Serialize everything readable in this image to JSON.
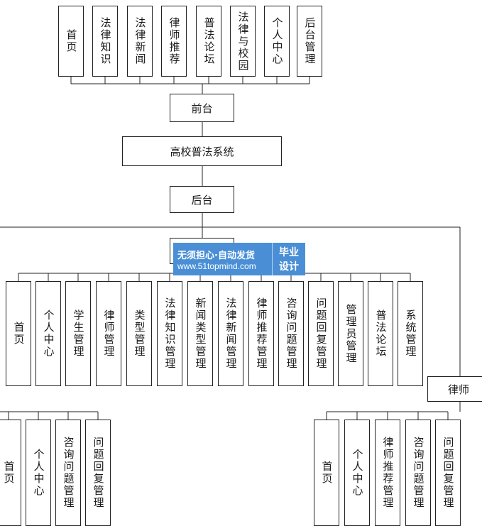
{
  "diagram": {
    "front_modules": [
      "首页",
      "法律知识",
      "法律新闻",
      "律师推荐",
      "普法论坛",
      "法律与校园",
      "个人中心",
      "后台管理"
    ],
    "front": "前台",
    "system": "高校普法系统",
    "back": "后台",
    "admin_label": "",
    "admin_modules": [
      "首页",
      "个人中心",
      "学生管理",
      "律师管理",
      "类型管理",
      "法律知识管理",
      "新闻类型管理",
      "法律新闻管理",
      "律师推荐管理",
      "咨询问题管理",
      "问题回复管理",
      "管理员管理",
      "普法论坛",
      "系统管理"
    ],
    "student_modules": [
      "首页",
      "个人中心",
      "咨询问题管理",
      "问题回复管理"
    ],
    "lawyer": "律师",
    "lawyer_modules": [
      "首页",
      "个人中心",
      "律师推荐管理",
      "咨询问题管理",
      "问题回复管理"
    ]
  },
  "watermark": {
    "line1": "无须担心·自动发货",
    "line2": "www.51topmind.com",
    "badge_top": "毕业",
    "badge_bottom": "设计"
  }
}
